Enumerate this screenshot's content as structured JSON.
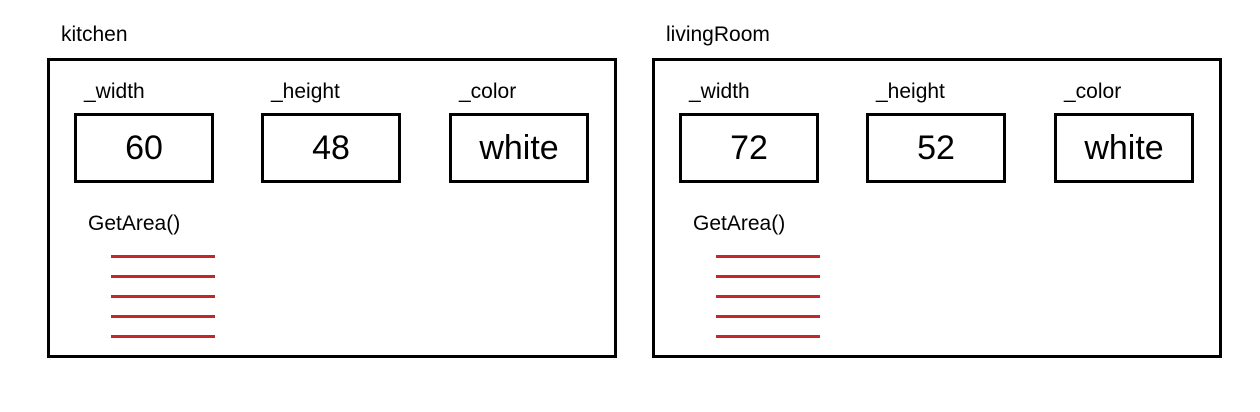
{
  "objects": [
    {
      "name": "kitchen",
      "fields": [
        {
          "label": "_width",
          "value": "60"
        },
        {
          "label": "_height",
          "value": "48"
        },
        {
          "label": "_color",
          "value": "white"
        }
      ],
      "method": "GetArea()"
    },
    {
      "name": "livingRoom",
      "fields": [
        {
          "label": "_width",
          "value": "72"
        },
        {
          "label": "_height",
          "value": "52"
        },
        {
          "label": "_color",
          "value": "white"
        }
      ],
      "method": "GetArea()"
    }
  ],
  "colors": {
    "border": "#000000",
    "method_lines": "#c0282a"
  }
}
